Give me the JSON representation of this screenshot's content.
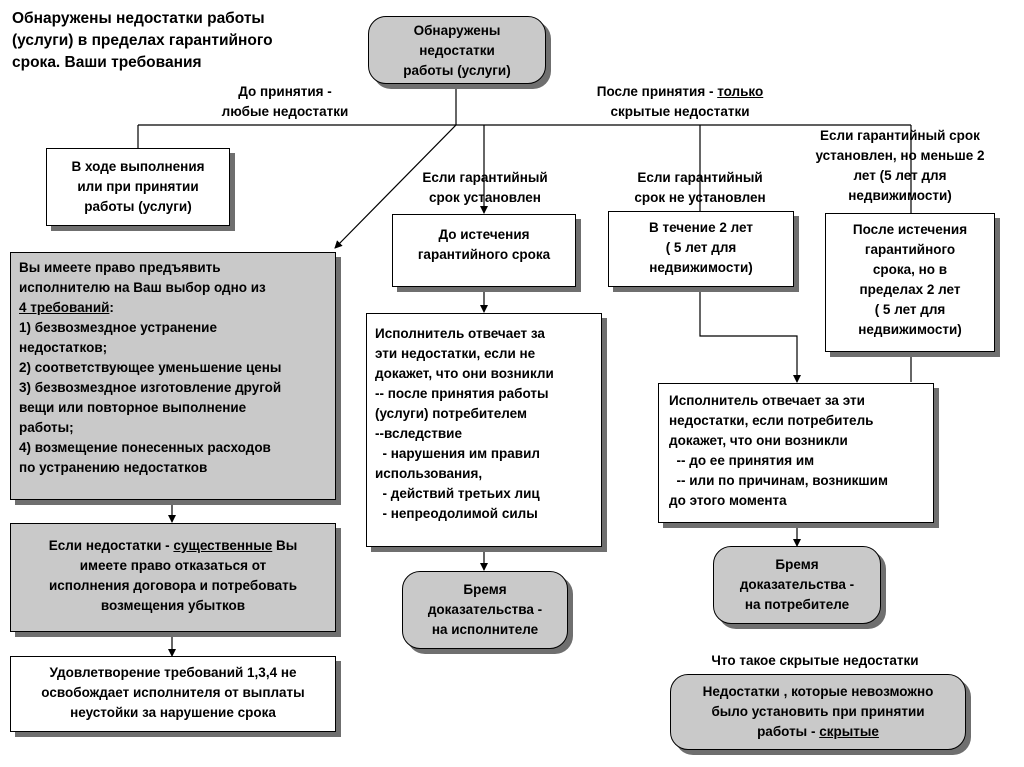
{
  "title": [
    "Обнаружены недостатки работы",
    "(услуги) в пределах гарантийного",
    "срока. Ваши требования"
  ],
  "root": [
    "Обнаружены",
    "недостатки",
    "работы (услуги)"
  ],
  "label_before": [
    "До принятия -",
    "любые недостатки"
  ],
  "label_after_1": "После принятия - ",
  "label_after_u": "только",
  "label_after_2": "скрытые недостатки",
  "box_during": [
    "В ходе выполнения",
    "или при принятии",
    "работы (услуги)"
  ],
  "label_warranty_set": [
    "Если гарантийный",
    "срок установлен"
  ],
  "label_warranty_not_set": [
    "Если гарантийный",
    "срок не установлен"
  ],
  "label_warranty_short": [
    "Если гарантийный срок",
    "установлен, но меньше 2",
    "лет (5 лет для",
    "недвижимости)"
  ],
  "box_before_expiry": [
    "До истечения",
    "гарантийного срока"
  ],
  "box_two_years": [
    "В течение 2 лет",
    "( 5 лет для",
    "недвижимости)"
  ],
  "box_after_expiry": [
    "После истечения",
    "гарантийного",
    "срока, но в",
    "пределах 2 лет",
    "( 5 лет для",
    "недвижимости)"
  ],
  "rights": {
    "line1": "Вы имеете право предъявить",
    "line2": "исполнителю на Ваш выбор одно из",
    "line3": "4 требований",
    "line3_suffix": ":",
    "items": [
      "1) безвозмездное устранение",
      "недостатков;",
      "2) соответствующее уменьшение цены",
      "3) безвозмездное изготовление другой",
      "вещи или повторное выполнение",
      "работы;",
      "4) возмещение понесенных расходов",
      "по устранению недостатков"
    ]
  },
  "essential": {
    "prefix": "Если недостатки - ",
    "underlined": "существенные",
    "suffix": " Вы",
    "lines": [
      "имеете право отказаться от",
      "исполнения договора и потребовать",
      "возмещения убытков"
    ]
  },
  "penalty": [
    "Удовлетворение  требований 1,3,4 не",
    "освобождает исполнителя от выплаты",
    "неустойки за нарушение срока"
  ],
  "contractor_liable": [
    "Исполнитель отвечает за",
    "эти недостатки, если не",
    "докажет, что они возникли",
    "-- после принятия работы",
    "(услуги) потребителем",
    "--вследствие",
    "  - нарушения им правил",
    "использования,",
    "  - действий третьих лиц",
    "  - непреодолимой силы"
  ],
  "consumer_proves": [
    "Исполнитель отвечает за эти",
    "недостатки, если потребитель",
    "докажет, что они возникли",
    "  -- до ее принятия им",
    "  -- или по причинам, возникшим",
    "до этого момента"
  ],
  "burden_contractor": [
    "Бремя",
    "доказательства -",
    "на исполнителе"
  ],
  "burden_consumer": [
    "Бремя",
    "доказательства -",
    "на потребителе"
  ],
  "hidden_title": "Что такое скрытые недостатки",
  "hidden_def": {
    "lines": [
      "Недостатки , которые невозможно",
      "было установить при принятии"
    ],
    "last_prefix": "работы  -  ",
    "last_underlined": "скрытые"
  }
}
